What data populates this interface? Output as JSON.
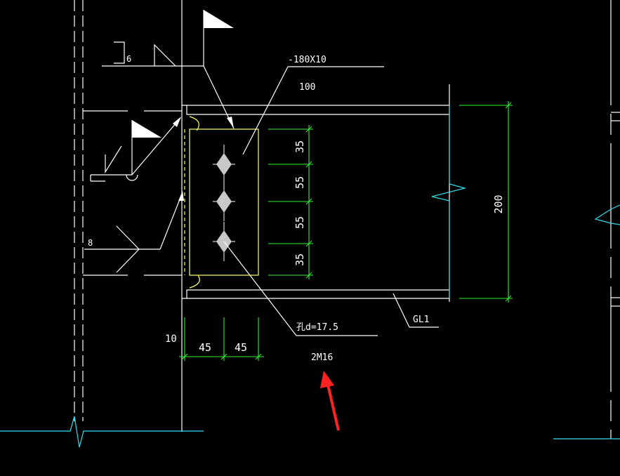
{
  "colors": {
    "background": "#000000",
    "white": "#ffffff",
    "yellow": "#ffff66",
    "green": "#33ee33",
    "cyan": "#33ddee",
    "red": "#ff2222",
    "bolt": "#c8c8c8"
  },
  "labels": {
    "plate_spec": "-180X10",
    "dim_100": "100",
    "weld_6": "6",
    "weld_8": "8",
    "hole": "孔d=17.5",
    "beam": "GL1",
    "dim_10": "10",
    "bolts": "2M16"
  },
  "dims": {
    "vertical": [
      "35",
      "55",
      "55",
      "35"
    ],
    "horizontal": [
      "45",
      "45"
    ],
    "beam_depth": "200"
  },
  "icons": {
    "weld_flag": "flag-icon",
    "bolt": "bolt-diamond-icon",
    "break": "break-line-icon",
    "pointer": "red-arrow-icon"
  }
}
